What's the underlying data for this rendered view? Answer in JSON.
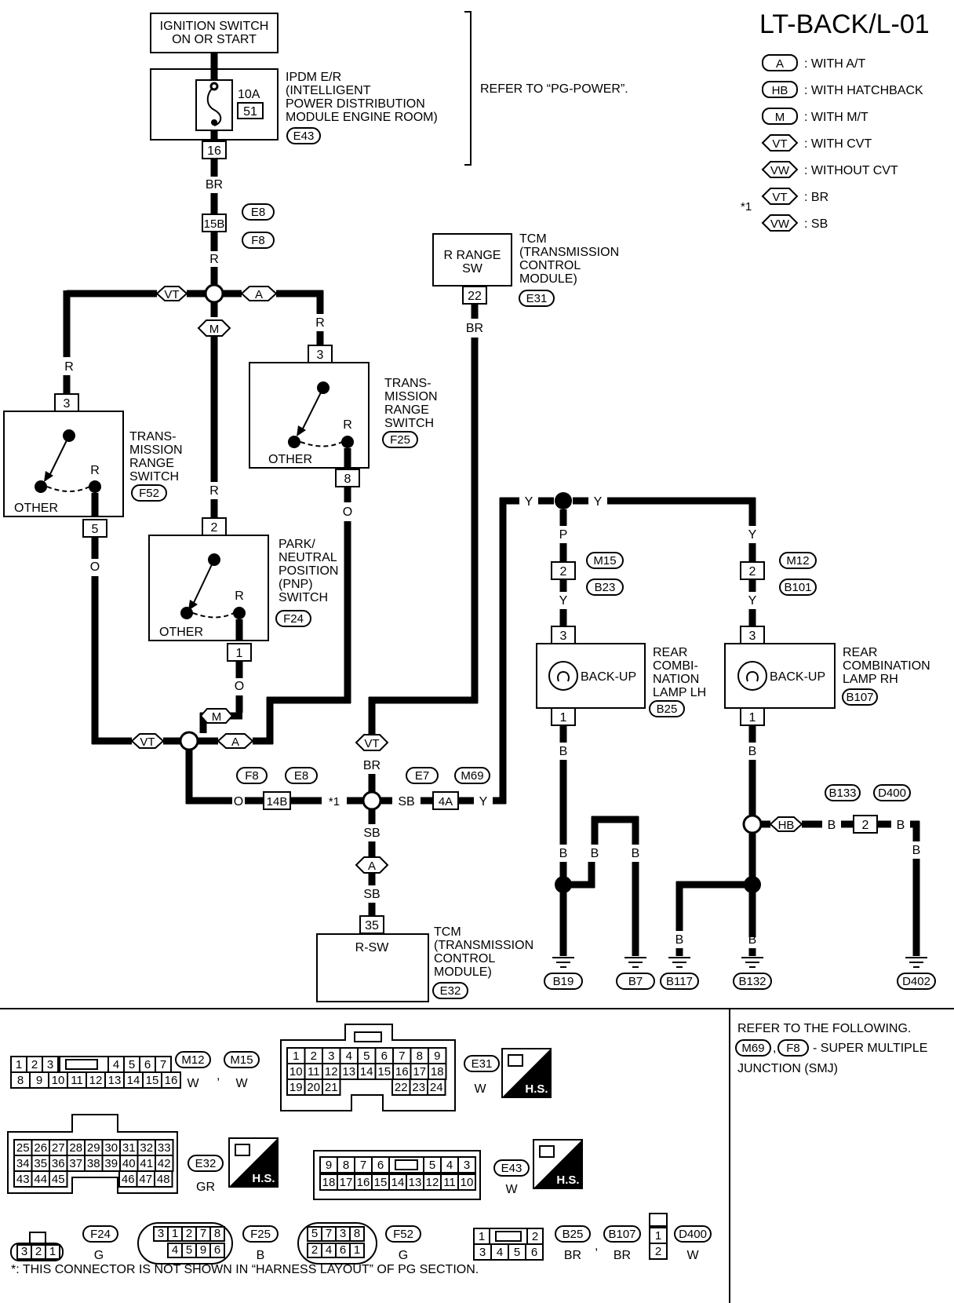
{
  "title": "LT-BACK/L-01",
  "legend": [
    {
      "tag": "A",
      "text": ": WITH A/T"
    },
    {
      "tag": "HB",
      "text": ": WITH HATCHBACK"
    },
    {
      "tag": "M",
      "text": ": WITH M/T"
    },
    {
      "tag": "VT",
      "text": ": WITH CVT"
    },
    {
      "tag": "VW",
      "text": ": WITHOUT CVT"
    },
    {
      "tag": "VT",
      "text": ": BR"
    },
    {
      "tag": "VW",
      "text": ": SB"
    }
  ],
  "legend_star": "*1",
  "ignition": {
    "line1": "IGNITION SWITCH",
    "line2": "ON OR START"
  },
  "ipdm": {
    "lines": [
      "IPDM E/R",
      "(INTELLIGENT",
      "POWER DISTRIBUTION",
      "MODULE ENGINE ROOM)"
    ],
    "fuse_rating": "10A",
    "fuse_no": "51",
    "pin": "16",
    "connector": "E43"
  },
  "refer_pg": "REFER TO “PG-POWER”.",
  "wires": {
    "br": "BR",
    "r": "R",
    "o": "O",
    "y": "Y",
    "p": "P",
    "b": "B",
    "sb": "SB"
  },
  "tags": {
    "vt": "VT",
    "a": "A",
    "m": "M",
    "hb": "HB",
    "star": "*1"
  },
  "connectors": {
    "e8": "E8",
    "f8": "F8",
    "pin15b": "15B",
    "pin14b": "14B",
    "e7": "E7",
    "m69": "M69",
    "pin4a": "4A",
    "m15": "M15",
    "b23": "B23",
    "m12": "M12",
    "b101": "B101",
    "b133": "B133",
    "d400": "D400"
  },
  "trs_f52": {
    "lines": [
      "TRANS-",
      "MISSION",
      "RANGE",
      "SWITCH"
    ],
    "conn": "F52",
    "pin_top": "3",
    "pin_bot": "5",
    "r": "R",
    "other": "OTHER"
  },
  "trs_f25": {
    "lines": [
      "TRANS-",
      "MISSION",
      "RANGE",
      "SWITCH"
    ],
    "conn": "F25",
    "pin_top": "3",
    "pin_bot": "8",
    "r": "R",
    "other": "OTHER"
  },
  "pnp_f24": {
    "lines": [
      "PARK/",
      "NEUTRAL",
      "POSITION",
      "(PNP)",
      "SWITCH"
    ],
    "conn": "F24",
    "pin_top": "2",
    "pin_bot": "1",
    "r": "R",
    "other": "OTHER"
  },
  "tcm_e31": {
    "box1": "R RANGE",
    "box2": "SW",
    "lines": [
      "TCM",
      "(TRANSMISSION",
      "CONTROL",
      "MODULE)"
    ],
    "conn": "E31",
    "pin": "22"
  },
  "tcm_e32": {
    "box": "R-SW",
    "lines": [
      "TCM",
      "(TRANSMISSION",
      "CONTROL",
      "MODULE)"
    ],
    "conn": "E32",
    "pin": "35"
  },
  "lamp_lh": {
    "label": "BACK-UP",
    "lines": [
      "REAR",
      "COMBI-",
      "NATION",
      "LAMP LH"
    ],
    "conn": "B25",
    "pin_top": "3",
    "pin_bot": "1"
  },
  "lamp_rh": {
    "label": "BACK-UP",
    "lines": [
      "REAR",
      "COMBINATION",
      "LAMP RH"
    ],
    "conn": "B107",
    "pin_top": "3",
    "pin_bot": "1"
  },
  "pins": {
    "two": "2"
  },
  "grounds": [
    "B19",
    "B7",
    "B117",
    "B132",
    "D402"
  ],
  "refer_smj": {
    "line1": "REFER TO THE FOLLOWING.",
    "c1": "M69",
    "c2": "F8",
    "rest1": "- SUPER MULTIPLE",
    "line3": "JUNCTION (SMJ)"
  },
  "conn_m12": {
    "row1": [
      "1",
      "2",
      "3",
      "",
      "4",
      "5",
      "6",
      "7"
    ],
    "row2": [
      "8",
      "9",
      "10",
      "11",
      "12",
      "13",
      "14",
      "15",
      "16"
    ],
    "name1": "M12",
    "name2": "M15",
    "color1": "W",
    "color2": "W",
    "sep": ","
  },
  "conn_e31": {
    "row1": [
      "1",
      "2",
      "3",
      "4",
      "5",
      "6",
      "7",
      "8",
      "9"
    ],
    "row2": [
      "10",
      "11",
      "12",
      "13",
      "14",
      "15",
      "16",
      "17",
      "18"
    ],
    "row3a": [
      "19",
      "20",
      "21"
    ],
    "row3b": [
      "22",
      "23",
      "24"
    ],
    "name": "E31",
    "color": "W",
    "hs": "H.S."
  },
  "conn_e32": {
    "row1": [
      "25",
      "26",
      "27",
      "28",
      "29",
      "30",
      "31",
      "32",
      "33"
    ],
    "row2": [
      "34",
      "35",
      "36",
      "37",
      "38",
      "39",
      "40",
      "41",
      "42"
    ],
    "row3a": [
      "43",
      "44",
      "45"
    ],
    "row3b": [
      "46",
      "47",
      "48"
    ],
    "name": "E32",
    "color": "GR",
    "hs": "H.S."
  },
  "conn_e43": {
    "row1": [
      "9",
      "8",
      "7",
      "6",
      "",
      "5",
      "4",
      "3"
    ],
    "row2": [
      "18",
      "17",
      "16",
      "15",
      "14",
      "13",
      "12",
      "11",
      "10"
    ],
    "name": "E43",
    "color": "W",
    "hs": "H.S."
  },
  "conn_f24": {
    "top": "",
    "row": [
      "3",
      "2",
      "1"
    ],
    "name": "F24",
    "color": "G"
  },
  "conn_f25": {
    "row1": [
      "3",
      "1",
      "2",
      "7",
      "8"
    ],
    "row2": [
      "4",
      "5",
      "9",
      "6"
    ],
    "name": "F25",
    "color": "B"
  },
  "conn_f52": {
    "row1": [
      "5",
      "7",
      "3",
      "8"
    ],
    "row2": [
      "2",
      "4",
      "6",
      "1"
    ],
    "name": "F52",
    "color": "G"
  },
  "conn_b25": {
    "row1": [
      "1",
      "",
      "2"
    ],
    "row2": [
      "3",
      "4",
      "5",
      "6"
    ],
    "name1": "B25",
    "name2": "B107",
    "color1": "BR",
    "color2": "BR",
    "sep": ","
  },
  "conn_d400": {
    "pins": [
      "1",
      "2"
    ],
    "name": "D400",
    "color": "W"
  },
  "footnote": "*: THIS CONNECTOR IS NOT SHOWN IN “HARNESS LAYOUT” OF PG SECTION."
}
